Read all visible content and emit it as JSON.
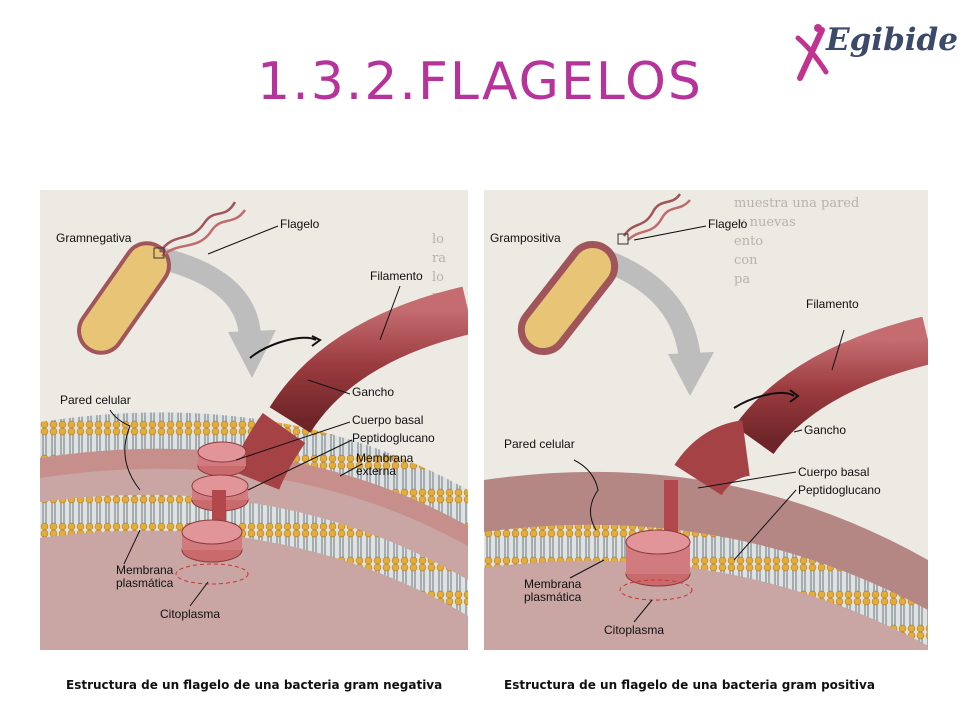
{
  "slide": {
    "title": "1.3.2.FLAGELOS",
    "title_color": "#b5339b"
  },
  "logo": {
    "text": "Egibide",
    "mark_color": "#c2338f",
    "text_color": "#3b4a6b"
  },
  "left_diagram": {
    "type_label": "Gramnegativa",
    "labels": {
      "flagelo": "Flagelo",
      "filamento": "Filamento",
      "gancho": "Gancho",
      "pared_celular": "Pared celular",
      "cuerpo_basal": "Cuerpo basal",
      "peptidoglucano": "Peptidoglucano",
      "membrana_externa": "Membrana\nexterna",
      "membrana_plasmatica": "Membrana\nplasmática",
      "citoplasma": "Citoplasma"
    },
    "caption": "Estructura de un flagelo de una bacteria gram negativa"
  },
  "right_diagram": {
    "type_label": "Grampositiva",
    "labels": {
      "flagelo": "Flagelo",
      "filamento": "Filamento",
      "gancho": "Gancho",
      "pared_celular": "Pared celular",
      "cuerpo_basal": "Cuerpo basal",
      "peptidoglucano": "Peptidoglucano",
      "membrana_plasmatica": "Membrana\nplasmática",
      "citoplasma": "Citoplasma"
    },
    "caption": "Estructura de un flagelo de una bacteria gram positiva"
  },
  "colors": {
    "filament": "#9b3b3f",
    "filament_light": "#c76b6e",
    "cytoplasm": "#c9a5a3",
    "wall": "#b48784",
    "membrane_head": "#e4ad3a",
    "membrane_tail": "#9aa3a8",
    "cell_body": "#e7c476",
    "cell_outline": "#a0555a",
    "arrow": "#bdbdbd"
  }
}
